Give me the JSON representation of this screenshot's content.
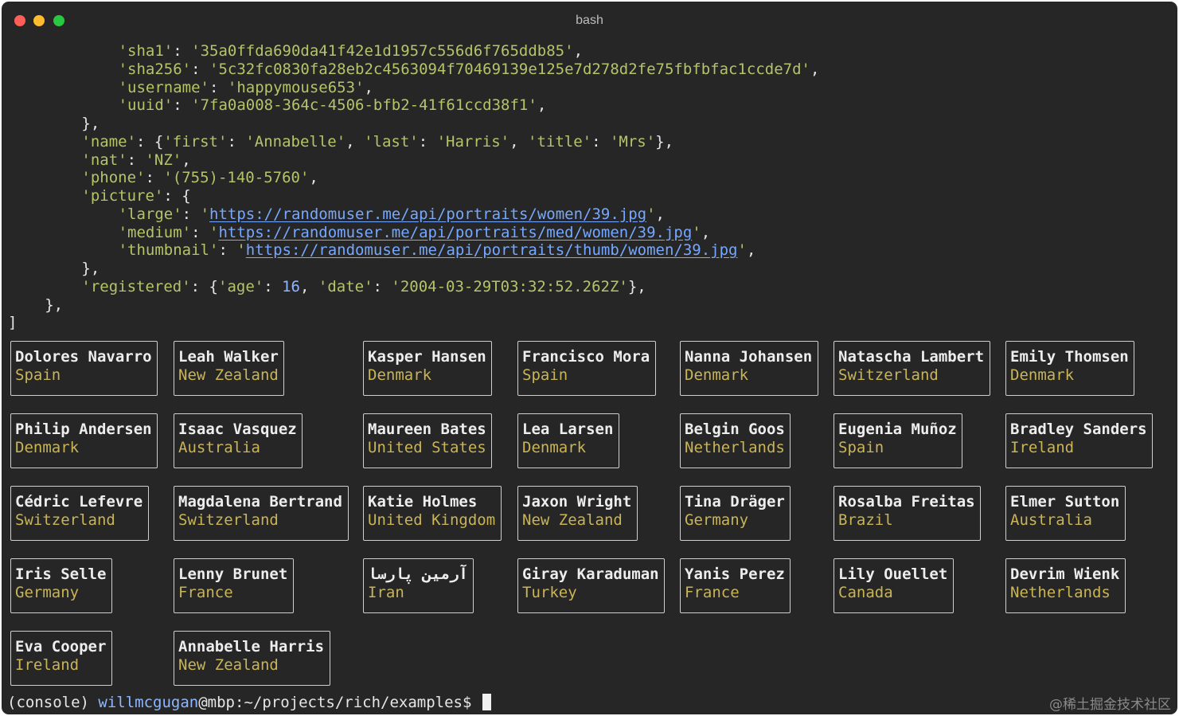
{
  "window": {
    "title": "bash",
    "traffic_light_colors": {
      "close": "#ff5f57",
      "minimize": "#febc2e",
      "maximize": "#28c840"
    }
  },
  "colors": {
    "background": "#262626",
    "string": "#b4c46a",
    "number": "#8fb7ff",
    "link": "#76a8ff",
    "card_name": "#ededed",
    "card_country": "#c9b458"
  },
  "output_lines": [
    {
      "indent": 12,
      "parts": [
        {
          "t": "s",
          "v": "'sha1'"
        },
        {
          "t": "p",
          "v": ": "
        },
        {
          "t": "s",
          "v": "'35a0ffda690da41f42e1d1957c556d6f765ddb85'"
        },
        {
          "t": "p",
          "v": ","
        }
      ]
    },
    {
      "indent": 12,
      "parts": [
        {
          "t": "s",
          "v": "'sha256'"
        },
        {
          "t": "p",
          "v": ": "
        },
        {
          "t": "s",
          "v": "'5c32fc0830fa28eb2c4563094f70469139e125e7d278d2fe75fbfbfac1ccde7d'"
        },
        {
          "t": "p",
          "v": ","
        }
      ]
    },
    {
      "indent": 12,
      "parts": [
        {
          "t": "s",
          "v": "'username'"
        },
        {
          "t": "p",
          "v": ": "
        },
        {
          "t": "s",
          "v": "'happymouse653'"
        },
        {
          "t": "p",
          "v": ","
        }
      ]
    },
    {
      "indent": 12,
      "parts": [
        {
          "t": "s",
          "v": "'uuid'"
        },
        {
          "t": "p",
          "v": ": "
        },
        {
          "t": "s",
          "v": "'7fa0a008-364c-4506-bfb2-41f61ccd38f1'"
        },
        {
          "t": "p",
          "v": ","
        }
      ]
    },
    {
      "indent": 8,
      "parts": [
        {
          "t": "p",
          "v": "},"
        }
      ]
    },
    {
      "indent": 8,
      "parts": [
        {
          "t": "s",
          "v": "'name'"
        },
        {
          "t": "p",
          "v": ": {"
        },
        {
          "t": "s",
          "v": "'first'"
        },
        {
          "t": "p",
          "v": ": "
        },
        {
          "t": "s",
          "v": "'Annabelle'"
        },
        {
          "t": "p",
          "v": ", "
        },
        {
          "t": "s",
          "v": "'last'"
        },
        {
          "t": "p",
          "v": ": "
        },
        {
          "t": "s",
          "v": "'Harris'"
        },
        {
          "t": "p",
          "v": ", "
        },
        {
          "t": "s",
          "v": "'title'"
        },
        {
          "t": "p",
          "v": ": "
        },
        {
          "t": "s",
          "v": "'Mrs'"
        },
        {
          "t": "p",
          "v": "},"
        }
      ]
    },
    {
      "indent": 8,
      "parts": [
        {
          "t": "s",
          "v": "'nat'"
        },
        {
          "t": "p",
          "v": ": "
        },
        {
          "t": "s",
          "v": "'NZ'"
        },
        {
          "t": "p",
          "v": ","
        }
      ]
    },
    {
      "indent": 8,
      "parts": [
        {
          "t": "s",
          "v": "'phone'"
        },
        {
          "t": "p",
          "v": ": "
        },
        {
          "t": "s",
          "v": "'(755)-140-5760'"
        },
        {
          "t": "p",
          "v": ","
        }
      ]
    },
    {
      "indent": 8,
      "parts": [
        {
          "t": "s",
          "v": "'picture'"
        },
        {
          "t": "p",
          "v": ": {"
        }
      ]
    },
    {
      "indent": 12,
      "parts": [
        {
          "t": "s",
          "v": "'large'"
        },
        {
          "t": "p",
          "v": ": "
        },
        {
          "t": "s",
          "v": "'"
        },
        {
          "t": "u",
          "v": "https://randomuser.me/api/portraits/women/39.jpg"
        },
        {
          "t": "s",
          "v": "'"
        },
        {
          "t": "p",
          "v": ","
        }
      ]
    },
    {
      "indent": 12,
      "parts": [
        {
          "t": "s",
          "v": "'medium'"
        },
        {
          "t": "p",
          "v": ": "
        },
        {
          "t": "s",
          "v": "'"
        },
        {
          "t": "u",
          "v": "https://randomuser.me/api/portraits/med/women/39.jpg"
        },
        {
          "t": "s",
          "v": "'"
        },
        {
          "t": "p",
          "v": ","
        }
      ]
    },
    {
      "indent": 12,
      "parts": [
        {
          "t": "s",
          "v": "'thumbnail'"
        },
        {
          "t": "p",
          "v": ": "
        },
        {
          "t": "s",
          "v": "'"
        },
        {
          "t": "u",
          "v": "https://randomuser.me/api/portraits/thumb/women/39.jpg"
        },
        {
          "t": "s",
          "v": "'"
        },
        {
          "t": "p",
          "v": ","
        }
      ]
    },
    {
      "indent": 8,
      "parts": [
        {
          "t": "p",
          "v": "},"
        }
      ]
    },
    {
      "indent": 8,
      "parts": [
        {
          "t": "s",
          "v": "'registered'"
        },
        {
          "t": "p",
          "v": ": {"
        },
        {
          "t": "s",
          "v": "'age'"
        },
        {
          "t": "p",
          "v": ": "
        },
        {
          "t": "n",
          "v": "16"
        },
        {
          "t": "p",
          "v": ", "
        },
        {
          "t": "s",
          "v": "'date'"
        },
        {
          "t": "p",
          "v": ": "
        },
        {
          "t": "s",
          "v": "'2004-03-29T03:32:52.262Z'"
        },
        {
          "t": "p",
          "v": "},"
        }
      ]
    },
    {
      "indent": 4,
      "parts": [
        {
          "t": "p",
          "v": "},"
        }
      ]
    },
    {
      "indent": 0,
      "parts": [
        {
          "t": "p",
          "v": "]"
        }
      ]
    }
  ],
  "user_cards": [
    [
      {
        "name": "Dolores Navarro",
        "country": "Spain"
      },
      {
        "name": "Leah Walker",
        "country": "New Zealand"
      },
      {
        "name": "Kasper Hansen",
        "country": "Denmark"
      },
      {
        "name": "Francisco Mora",
        "country": "Spain"
      },
      {
        "name": "Nanna Johansen",
        "country": "Denmark"
      },
      {
        "name": "Natascha Lambert",
        "country": "Switzerland"
      },
      {
        "name": "Emily Thomsen",
        "country": "Denmark"
      }
    ],
    [
      {
        "name": "Philip Andersen",
        "country": "Denmark"
      },
      {
        "name": "Isaac Vasquez",
        "country": "Australia"
      },
      {
        "name": "Maureen Bates",
        "country": "United States"
      },
      {
        "name": "Lea Larsen",
        "country": "Denmark"
      },
      {
        "name": "Belgin Goos",
        "country": "Netherlands"
      },
      {
        "name": "Eugenia Muñoz",
        "country": "Spain"
      },
      {
        "name": "Bradley Sanders",
        "country": "Ireland"
      }
    ],
    [
      {
        "name": "Cédric Lefevre",
        "country": "Switzerland"
      },
      {
        "name": "Magdalena Bertrand",
        "country": "Switzerland"
      },
      {
        "name": "Katie Holmes",
        "country": "United Kingdom"
      },
      {
        "name": "Jaxon Wright",
        "country": "New Zealand"
      },
      {
        "name": "Tina Dräger",
        "country": "Germany"
      },
      {
        "name": "Rosalba Freitas",
        "country": "Brazil"
      },
      {
        "name": "Elmer Sutton",
        "country": "Australia"
      }
    ],
    [
      {
        "name": "Iris Selle",
        "country": "Germany"
      },
      {
        "name": "Lenny Brunet",
        "country": "France"
      },
      {
        "name": "آرمین پارسا",
        "country": "Iran"
      },
      {
        "name": "Giray Karaduman",
        "country": "Turkey"
      },
      {
        "name": "Yanis Perez",
        "country": "France"
      },
      {
        "name": "Lily Ouellet",
        "country": "Canada"
      },
      {
        "name": "Devrim Wienk",
        "country": "Netherlands"
      }
    ],
    [
      {
        "name": "Eva Cooper",
        "country": "Ireland"
      },
      {
        "name": "Annabelle Harris",
        "country": "New Zealand"
      }
    ]
  ],
  "prompt": {
    "env": "(console) ",
    "user": "willmcgugan",
    "host": "@mbp:",
    "path": "~/projects/rich/examples$ "
  },
  "watermark": "@稀土掘金技术社区"
}
